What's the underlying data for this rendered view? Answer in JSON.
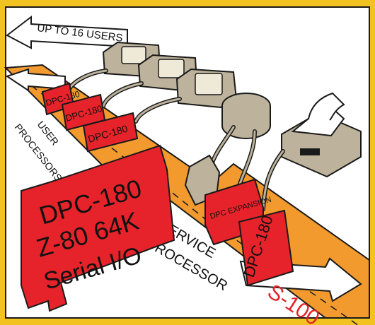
{
  "colors": {
    "background": "#f2c320",
    "frame": "#ffffff",
    "bus": "#f29a2e",
    "card": "#e6232a",
    "terminal": "#bdb39c",
    "outline": "#1a1a1a"
  },
  "labels": {
    "users_arrow": "UP TO 16 USERS",
    "user_processors_line1": "USER",
    "user_processors_line2": "PROCESSORS",
    "service_processor_line1": "SERVICE",
    "service_processor_line2": "PROCESSOR",
    "bus_name": "S-100",
    "big_card_line1": "DPC-180",
    "big_card_line2": "Z-80  64K",
    "big_card_line3": "Serial I/O",
    "user_card_1": "DPC-180",
    "user_card_2": "DPC-180",
    "user_card_3": "DPC-180",
    "expansion_card": "DPC EXPANSION",
    "service_card": "DPC-180"
  },
  "icons": [
    "terminal-icon",
    "printer-icon",
    "arrow-icon"
  ]
}
